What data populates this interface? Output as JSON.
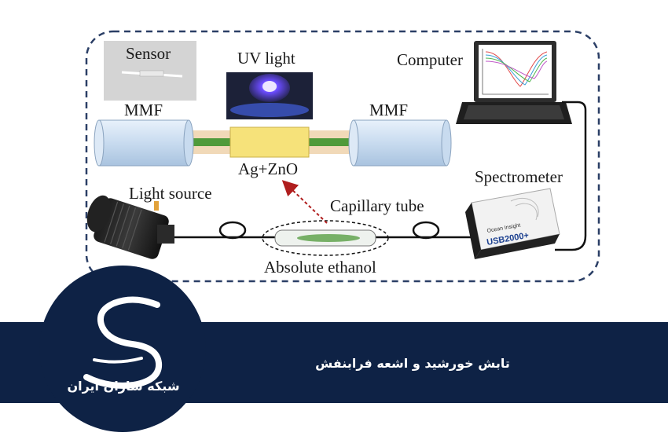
{
  "diagram": {
    "labels": {
      "sensor": "Sensor",
      "uv_light": "UV light",
      "computer": "Computer",
      "mmf_left": "MMF",
      "mmf_right": "MMF",
      "coating": "Ag+ZnO",
      "spectrometer": "Spectrometer",
      "light_source": "Light source",
      "capillary_tube": "Capillary tube",
      "absolute_ethanol": "Absolute ethanol"
    },
    "spectrometer_model": "USB2000+",
    "spectrometer_brand": "Ocean Insight",
    "colors": {
      "border_dash": "#2b3f66",
      "fiber": "#111111",
      "mmf_body": "#cfe0f2",
      "coating": "#f6e27a",
      "core_green": "#4f9a3a",
      "arrow": "#b01e1e",
      "uv_glow": "#5a3cff"
    }
  },
  "banner": {
    "title": "تابش خورشید و اشعه فرابنفش",
    "brand": "شبکه سازان ایران",
    "background": "#0e2245"
  }
}
